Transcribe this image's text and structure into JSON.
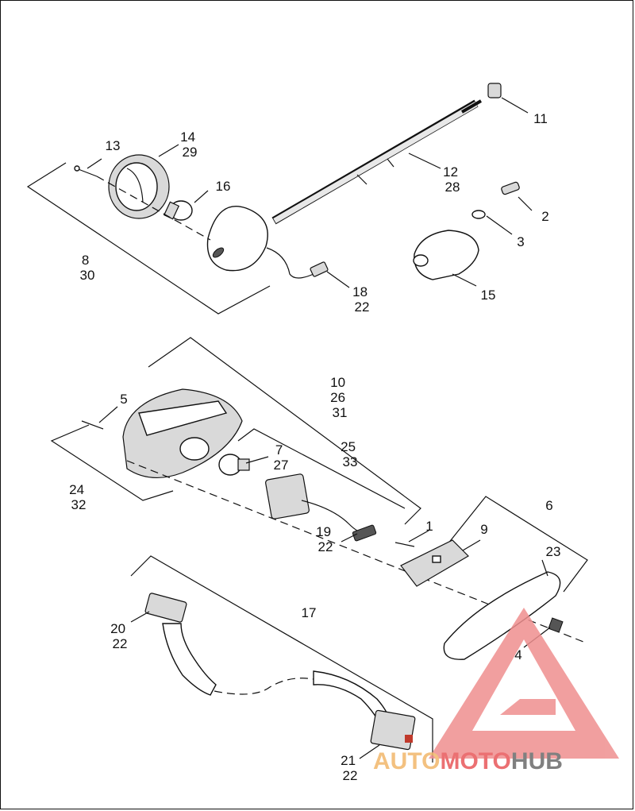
{
  "diagram": {
    "callouts": [
      {
        "id": "c1",
        "lines": [
          "1"
        ]
      },
      {
        "id": "c2",
        "lines": [
          "2"
        ]
      },
      {
        "id": "c3",
        "lines": [
          "3"
        ]
      },
      {
        "id": "c4",
        "lines": [
          "4"
        ]
      },
      {
        "id": "c5",
        "lines": [
          "5"
        ]
      },
      {
        "id": "c6",
        "lines": [
          "6"
        ]
      },
      {
        "id": "c7",
        "lines": [
          "7",
          "27"
        ]
      },
      {
        "id": "c8",
        "lines": [
          "8",
          "30"
        ]
      },
      {
        "id": "c9",
        "lines": [
          "9"
        ]
      },
      {
        "id": "c10",
        "lines": [
          "10",
          "26",
          "31"
        ]
      },
      {
        "id": "c11",
        "lines": [
          "11"
        ]
      },
      {
        "id": "c12",
        "lines": [
          "12",
          "28"
        ]
      },
      {
        "id": "c13",
        "lines": [
          "13"
        ]
      },
      {
        "id": "c14",
        "lines": [
          "14",
          "29"
        ]
      },
      {
        "id": "c15",
        "lines": [
          "15"
        ]
      },
      {
        "id": "c16",
        "lines": [
          "16"
        ]
      },
      {
        "id": "c17",
        "lines": [
          "17"
        ]
      },
      {
        "id": "c18",
        "lines": [
          "18",
          "22"
        ]
      },
      {
        "id": "c19",
        "lines": [
          "19",
          "22"
        ]
      },
      {
        "id": "c20",
        "lines": [
          "20",
          "22"
        ]
      },
      {
        "id": "c21",
        "lines": [
          "21",
          "22"
        ]
      },
      {
        "id": "c23",
        "lines": [
          "23"
        ]
      },
      {
        "id": "c24",
        "lines": [
          "24",
          "32"
        ]
      },
      {
        "id": "c25",
        "lines": [
          "25",
          "33"
        ]
      }
    ]
  },
  "watermark": {
    "part1": "AUTO",
    "part2": "MOTO",
    "part3": "HUB",
    "colors": {
      "orange": "#f2b76b",
      "red": "#e8585a",
      "gray": "#6b6b6b",
      "triangle": "#ef8f8f"
    }
  }
}
